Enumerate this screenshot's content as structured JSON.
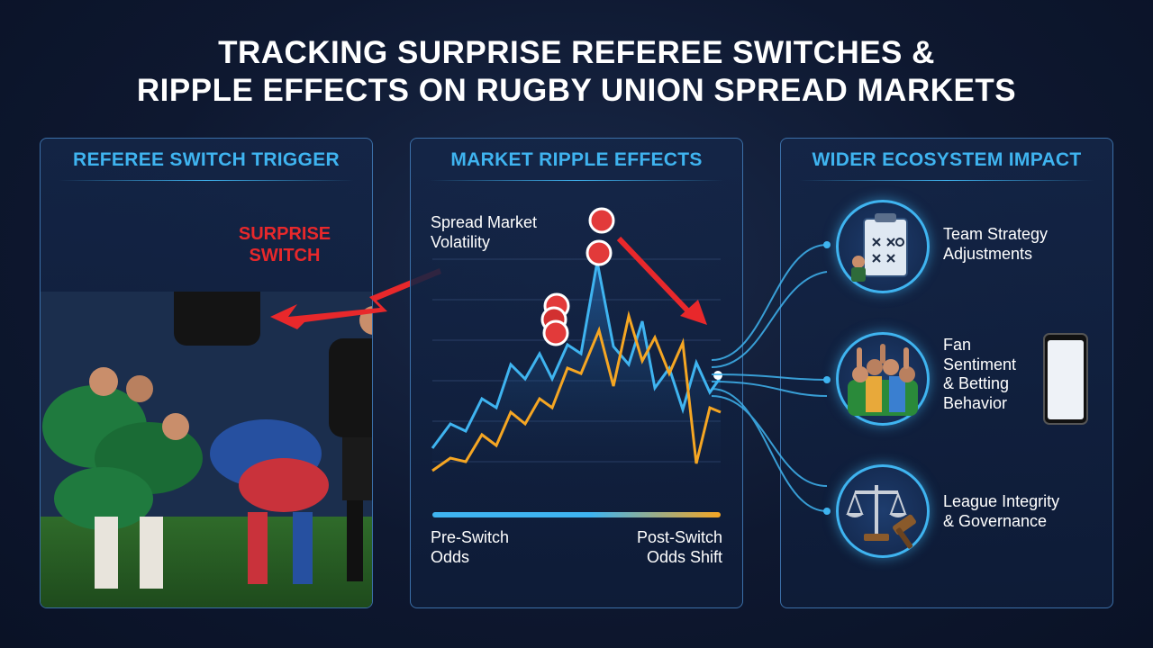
{
  "title": {
    "line1": "TRACKING SURPRISE REFEREE SWITCHES &",
    "line2": "RIPPLE EFFECTS ON RUGBY UNION SPREAD MARKETS"
  },
  "panels": {
    "left": {
      "heading": "REFEREE SWITCH TRIGGER",
      "callout_line1": "SURPRISE",
      "callout_line2": "SWITCH"
    },
    "middle": {
      "heading": "MARKET RIPPLE EFFECTS",
      "chart_label_line1": "Spread Market",
      "chart_label_line2": "Volatility",
      "pre_line1": "Pre-Switch",
      "pre_line2": "Odds",
      "post_line1": "Post-Switch",
      "post_line2": "Odds Shift"
    },
    "right": {
      "heading": "WIDER ECOSYSTEM IMPACT",
      "items": [
        {
          "line1": "Team Strategy",
          "line2": "Adjustments",
          "icon": "clipboard-icon"
        },
        {
          "line1": "Fan",
          "line2": "Sentiment",
          "line3": "& Betting",
          "line4": "Behavior",
          "icon": "fans-icon"
        },
        {
          "line1": "League Integrity",
          "line2": "& Governance",
          "icon": "scales-gavel-icon"
        }
      ]
    }
  },
  "colors": {
    "accent": "#3fb4f0",
    "alert": "#e8282b",
    "orange": "#f5a623",
    "background": "#0e1830"
  }
}
